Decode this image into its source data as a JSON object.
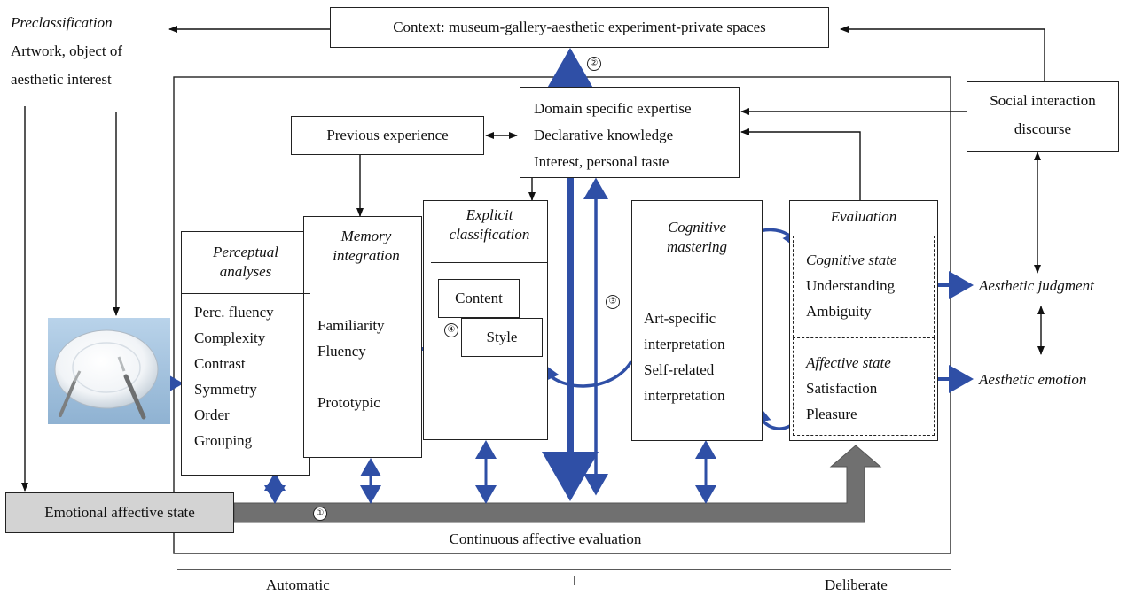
{
  "preclassification": {
    "title": "Preclassification",
    "line1": "Artwork, object of",
    "line2": "aesthetic interest"
  },
  "context": "Context: museum-gallery-aesthetic experiment-private spaces",
  "social": {
    "line1": "Social interaction",
    "line2": "discourse"
  },
  "previous_experience": "Previous experience",
  "expertise": [
    "Domain specific expertise",
    "Declarative knowledge",
    "Interest, personal taste"
  ],
  "stages": {
    "perceptual": {
      "title1": "Perceptual",
      "title2": "analyses",
      "items": [
        "Perc. fluency",
        "Complexity",
        "Contrast",
        "Symmetry",
        "Order",
        "Grouping"
      ]
    },
    "memory": {
      "title1": "Memory",
      "title2": "integration",
      "items": [
        "Familiarity",
        "Fluency",
        "",
        "Prototypic"
      ]
    },
    "explicit": {
      "title1": "Explicit",
      "title2": "classification",
      "content": "Content",
      "style": "Style"
    },
    "cognitive": {
      "title1": "Cognitive",
      "title2": "mastering",
      "items": [
        "Art-specific",
        "interpretation",
        "Self-related",
        "interpretation"
      ]
    },
    "evaluation": {
      "title": "Evaluation",
      "cognitive_state": {
        "title": "Cognitive state",
        "items": [
          "Understanding",
          "Ambiguity"
        ]
      },
      "affective_state": {
        "title": "Affective state",
        "items": [
          "Satisfaction",
          "Pleasure"
        ]
      }
    }
  },
  "outputs": {
    "judgment": "Aesthetic judgment",
    "emotion": "Aesthetic emotion"
  },
  "emotional_state": "Emotional affective state",
  "continuous": "Continuous affective evaluation",
  "markers": [
    "①",
    "②",
    "③",
    "④"
  ],
  "timeline": {
    "left": "Automatic",
    "right": "Deliberate"
  },
  "colors": {
    "arrow_blue": "#2f4fa6",
    "gray_arrow": "#6f6f6f",
    "state_fill": "#d3d3d3"
  }
}
